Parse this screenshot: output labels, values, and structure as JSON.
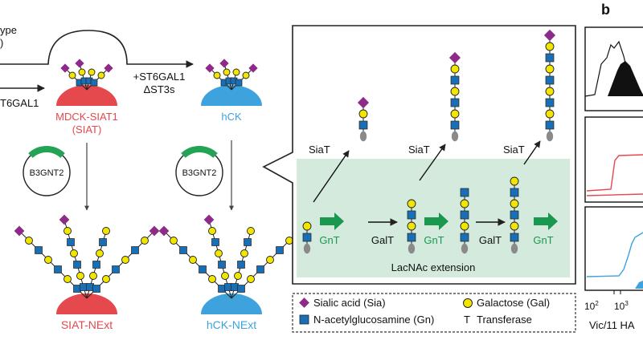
{
  "figure": {
    "panel_b_letter": "b"
  },
  "cells": {
    "top_left_line1": "ype",
    "top_left_line2": ")",
    "left_edge_label": "T6GAL1",
    "siat_name": "MDCK-SIAT1",
    "siat_abbrev": "(SIAT)",
    "hck_transform_line1": "+ST6GAL1",
    "hck_transform_line2": "ΔST3s",
    "hck_name": "hCK",
    "enzyme_plasmid": "B3GNT2",
    "siat_next": "SIAT-NExt",
    "hck_next": "hCK-NExt"
  },
  "pathway": {
    "siat_label": "SiaT",
    "gnt_label": "GnT",
    "galt_label": "GalT",
    "region_label": "LacNAc extension"
  },
  "legend": {
    "sia": "Sialic acid (Sia)",
    "gal": "Galactose (Gal)",
    "gn": "N-acetylglucosamine (Gn)",
    "t_symbol": "T",
    "t_label": "Transferase"
  },
  "flow_panel": {
    "xlabel": "Vic/11 HA",
    "tick_1": "10",
    "tick_1_exp": "2",
    "tick_2": "10",
    "tick_2_exp": "3"
  },
  "colors": {
    "sia": "#8e2a88",
    "gal": "#f2e600",
    "gn": "#1a6eb4",
    "siat_red": "#e5484d",
    "hck_blue": "#3ea3dc",
    "pathway_green": "#1a9850",
    "pathway_bg": "#d3eadd",
    "plasmid_green": "#23a454"
  }
}
